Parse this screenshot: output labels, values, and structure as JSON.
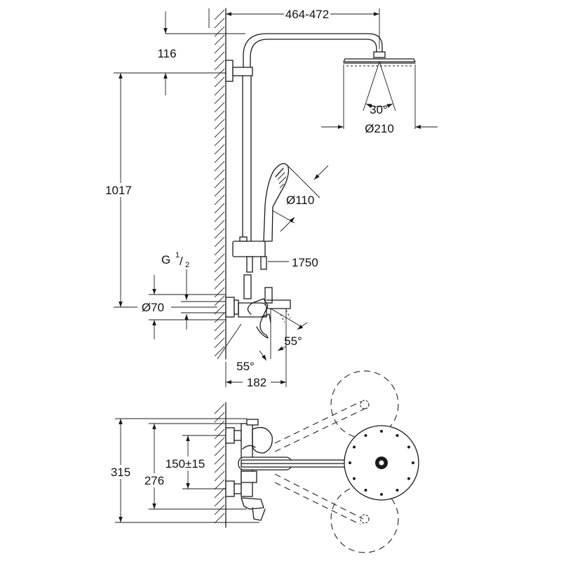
{
  "dimensions": {
    "arm_reach": "464-472",
    "head_offset": "116",
    "rail_length": "1017",
    "head_angle": "30°",
    "head_diameter": "Ø210",
    "hand_diameter": "Ø110",
    "total_height": "1750",
    "thread": "G",
    "thread_num": "1",
    "thread_den": "2",
    "rose_diameter": "Ø70",
    "lever_angle_right": "55°",
    "lever_angle_left": "55°",
    "projection": "182",
    "outer_height": "315",
    "inner_height": "276",
    "centers": "150±15"
  }
}
